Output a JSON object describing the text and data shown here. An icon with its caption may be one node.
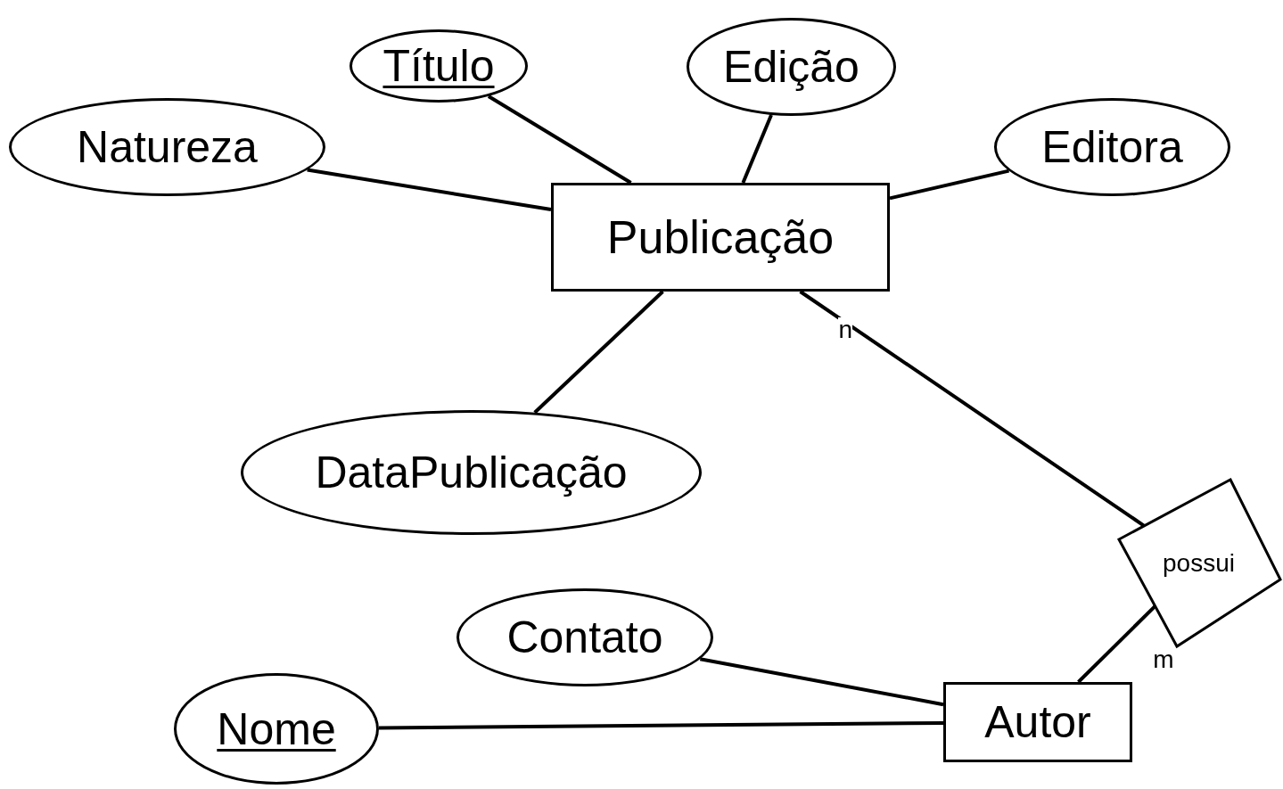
{
  "diagram": {
    "nodes": [
      {
        "text": [
          "Título"
        ]
      },
      {
        "text": [
          "Edição"
        ]
      },
      {
        "text": [
          "Natureza"
        ]
      },
      {
        "text": [
          "Editora"
        ]
      },
      {
        "text": [
          "Publicação"
        ]
      },
      {
        "text": [
          "DataPublicação"
        ]
      },
      {
        "text": [
          "possui"
        ]
      },
      {
        "text": [
          "Contato"
        ]
      },
      {
        "text": [
          "Nome"
        ]
      },
      {
        "text": [
          "Autor"
        ]
      }
    ],
    "edges": [
      {
        "from": 0,
        "to": 4,
        "arrow": "none"
      },
      {
        "from": 1,
        "to": 4,
        "arrow": "none"
      },
      {
        "from": 2,
        "to": 4,
        "arrow": "none"
      },
      {
        "from": 3,
        "to": 4,
        "arrow": "none"
      },
      {
        "from": 4,
        "to": 5,
        "arrow": "none"
      },
      {
        "from": 4,
        "to": 6,
        "arrow": "none",
        "label": "n"
      },
      {
        "from": 6,
        "to": 9,
        "arrow": "none",
        "label": "m"
      },
      {
        "from": 7,
        "to": 9,
        "arrow": "none"
      },
      {
        "from": 8,
        "to": 9,
        "arrow": "none"
      }
    ]
  }
}
